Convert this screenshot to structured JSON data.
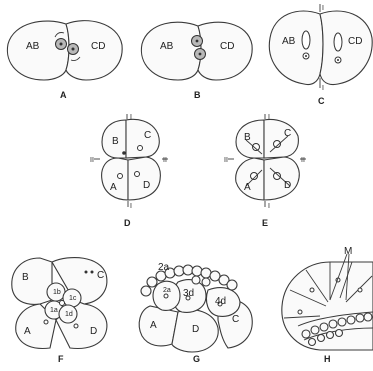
{
  "panels": [
    {
      "id": "A",
      "caption": "A",
      "cells": [
        "AB",
        "CD"
      ]
    },
    {
      "id": "B",
      "caption": "B",
      "cells": [
        "AB",
        "CD"
      ]
    },
    {
      "id": "C",
      "caption": "C",
      "cells": [
        "AB",
        "CD"
      ],
      "axis_marks": [
        "I",
        "I"
      ]
    },
    {
      "id": "D",
      "caption": "D",
      "cells": [
        "B",
        "C",
        "A",
        "D"
      ],
      "axis_marks": [
        "I",
        "I",
        "II",
        "II"
      ]
    },
    {
      "id": "E",
      "caption": "E",
      "cells": [
        "B",
        "C",
        "A",
        "D"
      ],
      "axis_marks": [
        "I",
        "I",
        "II",
        "II"
      ]
    },
    {
      "id": "F",
      "caption": "F",
      "cells": [
        "B",
        "C",
        "A",
        "D"
      ],
      "micromeres": [
        "1b",
        "1c",
        "1a",
        "1d"
      ]
    },
    {
      "id": "G",
      "caption": "G",
      "cells": [
        "A",
        "D",
        "C"
      ],
      "micromeres": [
        "2a",
        "2a",
        "3d",
        "4d"
      ]
    },
    {
      "id": "H",
      "caption": "H",
      "marker": "M"
    }
  ]
}
